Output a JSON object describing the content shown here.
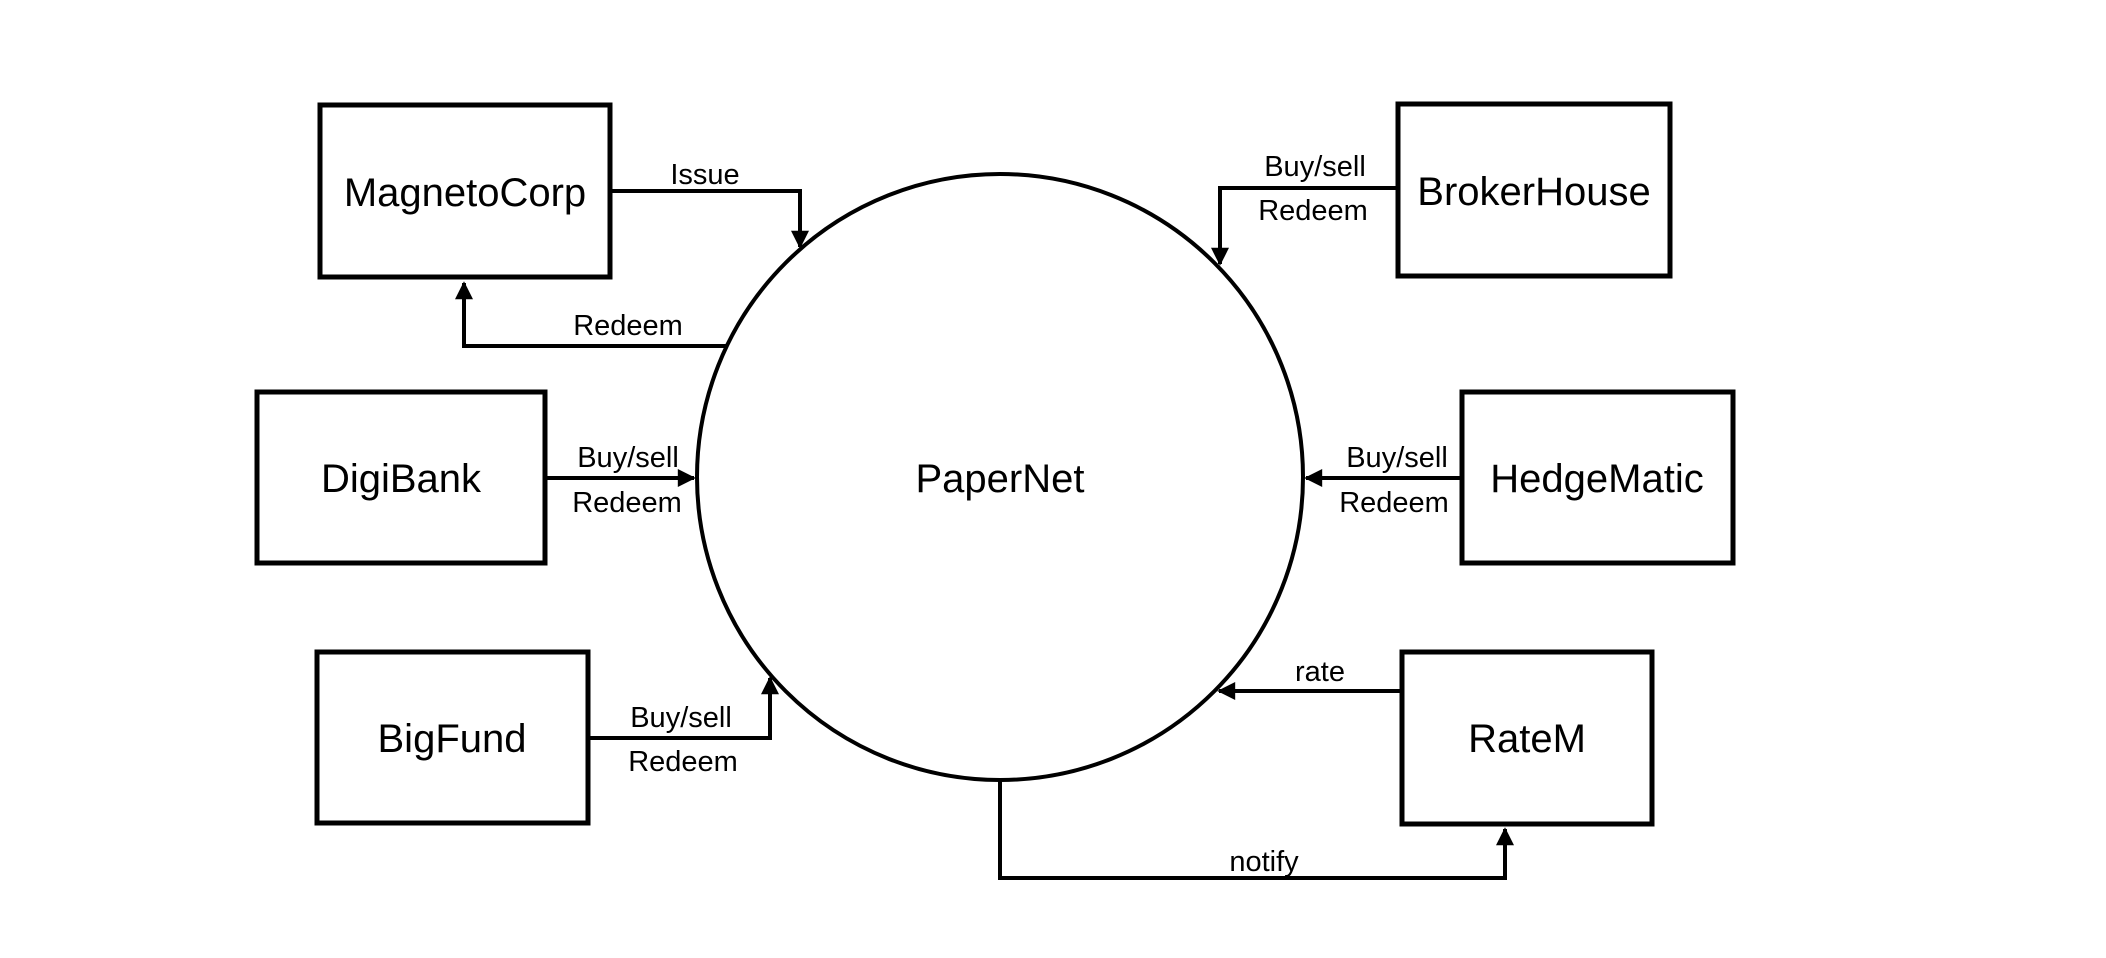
{
  "diagram": {
    "network": {
      "label": "PaperNet"
    },
    "nodes": [
      {
        "id": "magnetocorp",
        "label": "MagnetoCorp"
      },
      {
        "id": "digibank",
        "label": "DigiBank"
      },
      {
        "id": "bigfund",
        "label": "BigFund"
      },
      {
        "id": "brokerhouse",
        "label": "BrokerHouse"
      },
      {
        "id": "hedgematic",
        "label": "HedgeMatic"
      },
      {
        "id": "ratem",
        "label": "RateM"
      }
    ],
    "edges": [
      {
        "id": "issue",
        "from": "MagnetoCorp",
        "to": "PaperNet",
        "label": "Issue"
      },
      {
        "id": "redeem-magnetocorp",
        "from": "PaperNet",
        "to": "MagnetoCorp",
        "label": "Redeem"
      },
      {
        "id": "brokerhouse-buysell",
        "from": "BrokerHouse",
        "to": "PaperNet",
        "label_top": "Buy/sell",
        "label_bottom": "Redeem"
      },
      {
        "id": "digibank-buysell",
        "from": "DigiBank",
        "to": "PaperNet",
        "label_top": "Buy/sell",
        "label_bottom": "Redeem"
      },
      {
        "id": "hedgematic-buysell",
        "from": "HedgeMatic",
        "to": "PaperNet",
        "label_top": "Buy/sell",
        "label_bottom": "Redeem"
      },
      {
        "id": "bigfund-buysell",
        "from": "BigFund",
        "to": "PaperNet",
        "label_top": "Buy/sell",
        "label_bottom": "Redeem"
      },
      {
        "id": "rate",
        "from": "RateM",
        "to": "PaperNet",
        "label": "rate"
      },
      {
        "id": "notify",
        "from": "PaperNet",
        "to": "RateM",
        "label": "notify"
      }
    ],
    "colors": {
      "stroke": "#000000",
      "background": "#ffffff",
      "text": "#000000"
    }
  }
}
